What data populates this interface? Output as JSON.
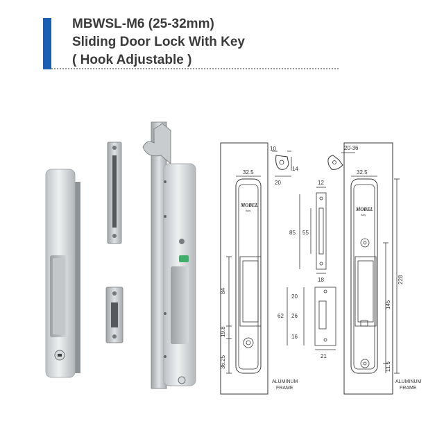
{
  "header": {
    "model": "MBWSL-M6 (25-32mm)",
    "name": "Sliding Door Lock With Key",
    "note": "( Hook Adjustable )",
    "accent_color": "#1a5fb4"
  },
  "drawing_left": {
    "frame_label_1": "ALUMINUM",
    "frame_label_2": "FRAME",
    "brand": "MOBEL",
    "brand_sub": "Italy",
    "dims": {
      "hook_offset": "10",
      "hook_height": "14",
      "hook_width": "20",
      "body_width": "32.5",
      "handle_length": "84",
      "key_gap": "19.8",
      "bottom_gap": "36.25"
    }
  },
  "drawing_strike": {
    "top_width": "12",
    "total_height": "85",
    "slot_height": "55",
    "base_width": "18",
    "dims_small": [
      "20",
      "26",
      "16"
    ],
    "small_total": "62",
    "small_width": "21"
  },
  "drawing_right": {
    "frame_label_1": "ALUMINUM",
    "frame_label_2": "FRAME",
    "brand": "MOBEL",
    "brand_sub": "Italy",
    "dims": {
      "hook_range": "20-36",
      "body_width": "32.5",
      "center_dist": "145",
      "total_height": "228",
      "bottom_gap": "11.5"
    }
  }
}
